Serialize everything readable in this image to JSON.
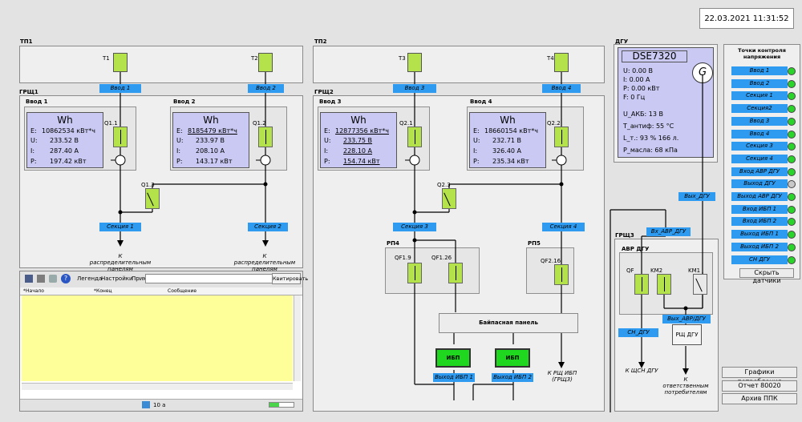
{
  "datetime": "22.03.2021 11:31:52",
  "tp": {
    "tp1": "ТП1",
    "tp2": "ТП2",
    "t1": "Т1",
    "t2": "Т2",
    "t3": "Т3",
    "t4": "Т4"
  },
  "grsh": {
    "grsh1": "ГРЩ1",
    "grsh2": "ГРЩ2",
    "grsh3": "ГРЩ3"
  },
  "inputs": {
    "vvod1": "Ввод 1",
    "vvod2": "Ввод 2",
    "vvod3": "Ввод 3",
    "vvod4": "Ввод 4",
    "section1": "Секция 1",
    "section2": "Секция 2",
    "section3": "Секция 3",
    "section4": "Секция 4"
  },
  "breakers": {
    "q11": "Q1.1",
    "q12": "Q1.2",
    "q13": "Q1.3",
    "q21": "Q2.1",
    "q22": "Q2.2",
    "q23": "Q2.3",
    "qf19": "QF1.9",
    "qf126": "QF1.26",
    "qf216": "QF2.16",
    "qf": "QF",
    "km2": "KM2",
    "km1": "KM1"
  },
  "meters": [
    {
      "title": "Wh",
      "e": "10862534 кВт*ч",
      "u": "233.52 В",
      "i": "287.40 А",
      "p": "197.42 кВт"
    },
    {
      "title": "Wh",
      "e": "8185479 кВт*ч",
      "u": "233.97 В",
      "i": "208.10 А",
      "p": "143.17 кВт"
    },
    {
      "title": "Wh",
      "e": "12877356 кВт*ч",
      "u": "233.75 В",
      "i": "228.10 А",
      "p": "154.74 кВт"
    },
    {
      "title": "Wh",
      "e": "18660154 кВт*ч",
      "u": "232.71 В",
      "i": "326.40 А",
      "p": "235.34 кВт"
    }
  ],
  "meter_labels": {
    "e": "E:",
    "u": "U:",
    "i": "I:",
    "p": "P:"
  },
  "to_panels": "К распределительным панелям",
  "rp": {
    "rp4": "РП4",
    "rp5": "РП5"
  },
  "bypass": "Байпасная панель",
  "ibp": {
    "label": "ИБП",
    "out1": "Выход ИБП 1",
    "out2": "Выход ИБП 2",
    "to_rsh": "К РЩ ИБП (ГРЩ3)"
  },
  "dgu": {
    "title": "ДГУ",
    "model": "DSE7320",
    "gen_symbol": "G",
    "u": "U:  0.00 В",
    "i": "I:  0.00 А",
    "p": "P:  0.00 кВт",
    "f": "F:  0 Гц",
    "u_akb": "U_АКБ:  13 В",
    "t_antif": "T_антиф:  55 °С",
    "l": "L_т.:     93 %    166 л.",
    "p_oil": "Р_масла:  68 кПа",
    "out": "Вых_ДГУ",
    "in_avr": "Вх_АВР_ДГУ"
  },
  "avr": {
    "title": "АВР ДГУ",
    "sn": "СН_ДГУ",
    "out": "Вых_АВР/ДГУ",
    "rsh": "РЩ ДГУ",
    "to_shsn": "К ЩСН ДГУ",
    "to_consumers": "К ответственным потребителям"
  },
  "points": {
    "title": "Точки контроля напряжения",
    "items": [
      {
        "label": "Ввод 1",
        "color": "#2bd42b"
      },
      {
        "label": "Ввод 2",
        "color": "#2bd42b"
      },
      {
        "label": "Секция 1",
        "color": "#2bd42b"
      },
      {
        "label": "Секция2",
        "color": "#2bd42b"
      },
      {
        "label": "Ввод 3",
        "color": "#2bd42b"
      },
      {
        "label": "Ввод 4",
        "color": "#2bd42b"
      },
      {
        "label": "Секция 3",
        "color": "#2bd42b"
      },
      {
        "label": "Секция 4",
        "color": "#2bd42b"
      },
      {
        "label": "Вход АВР ДГУ",
        "color": "#2bd42b"
      },
      {
        "label": "Выход ДГУ",
        "color": "#c8c8c8"
      },
      {
        "label": "Выход АВР ДГУ",
        "color": "#2bd42b"
      },
      {
        "label": "Вход ИБП 1",
        "color": "#2bd42b"
      },
      {
        "label": "Вход ИБП 2",
        "color": "#2bd42b"
      },
      {
        "label": "Выход ИБП 1",
        "color": "#2bd42b"
      },
      {
        "label": "Выход ИБП 2",
        "color": "#2bd42b"
      },
      {
        "label": "СН ДГУ",
        "color": "#2bd42b"
      }
    ],
    "hide_button": "Скрыть датчики"
  },
  "buttons": {
    "graphs": "Графики потребления",
    "report": "Отчет 80020",
    "archive": "Архив ППК"
  },
  "events": {
    "legend": "Легенда",
    "settings": "Настройки",
    "prim": "Прим",
    "ack": "Квитировать",
    "col_start": "*Начало",
    "col_end": "*Конец",
    "col_msg": "Сообщение",
    "status_count": "10 а"
  }
}
